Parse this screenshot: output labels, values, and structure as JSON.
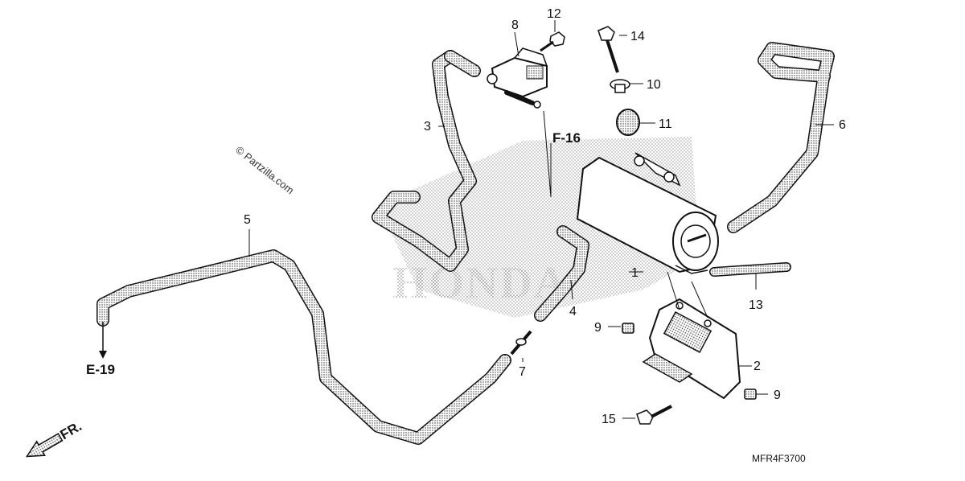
{
  "watermark": "© Partzilla.com",
  "brand_watermark": "HONDA",
  "diagram_code": "MFR4F3700",
  "direction_label": "FR.",
  "refs": {
    "f16": "F-16",
    "e19": "E-19"
  },
  "callouts": {
    "c1": "1",
    "c2": "2",
    "c3": "3",
    "c4": "4",
    "c5": "5",
    "c6": "6",
    "c7": "7",
    "c8": "8",
    "c9a": "9",
    "c9b": "9",
    "c10": "10",
    "c11": "11",
    "c12": "12",
    "c13": "13",
    "c14": "14",
    "c15": "15"
  },
  "colors": {
    "line": "#111111",
    "hose_fill": "#ffffff",
    "shade": "#9a9a9a"
  }
}
